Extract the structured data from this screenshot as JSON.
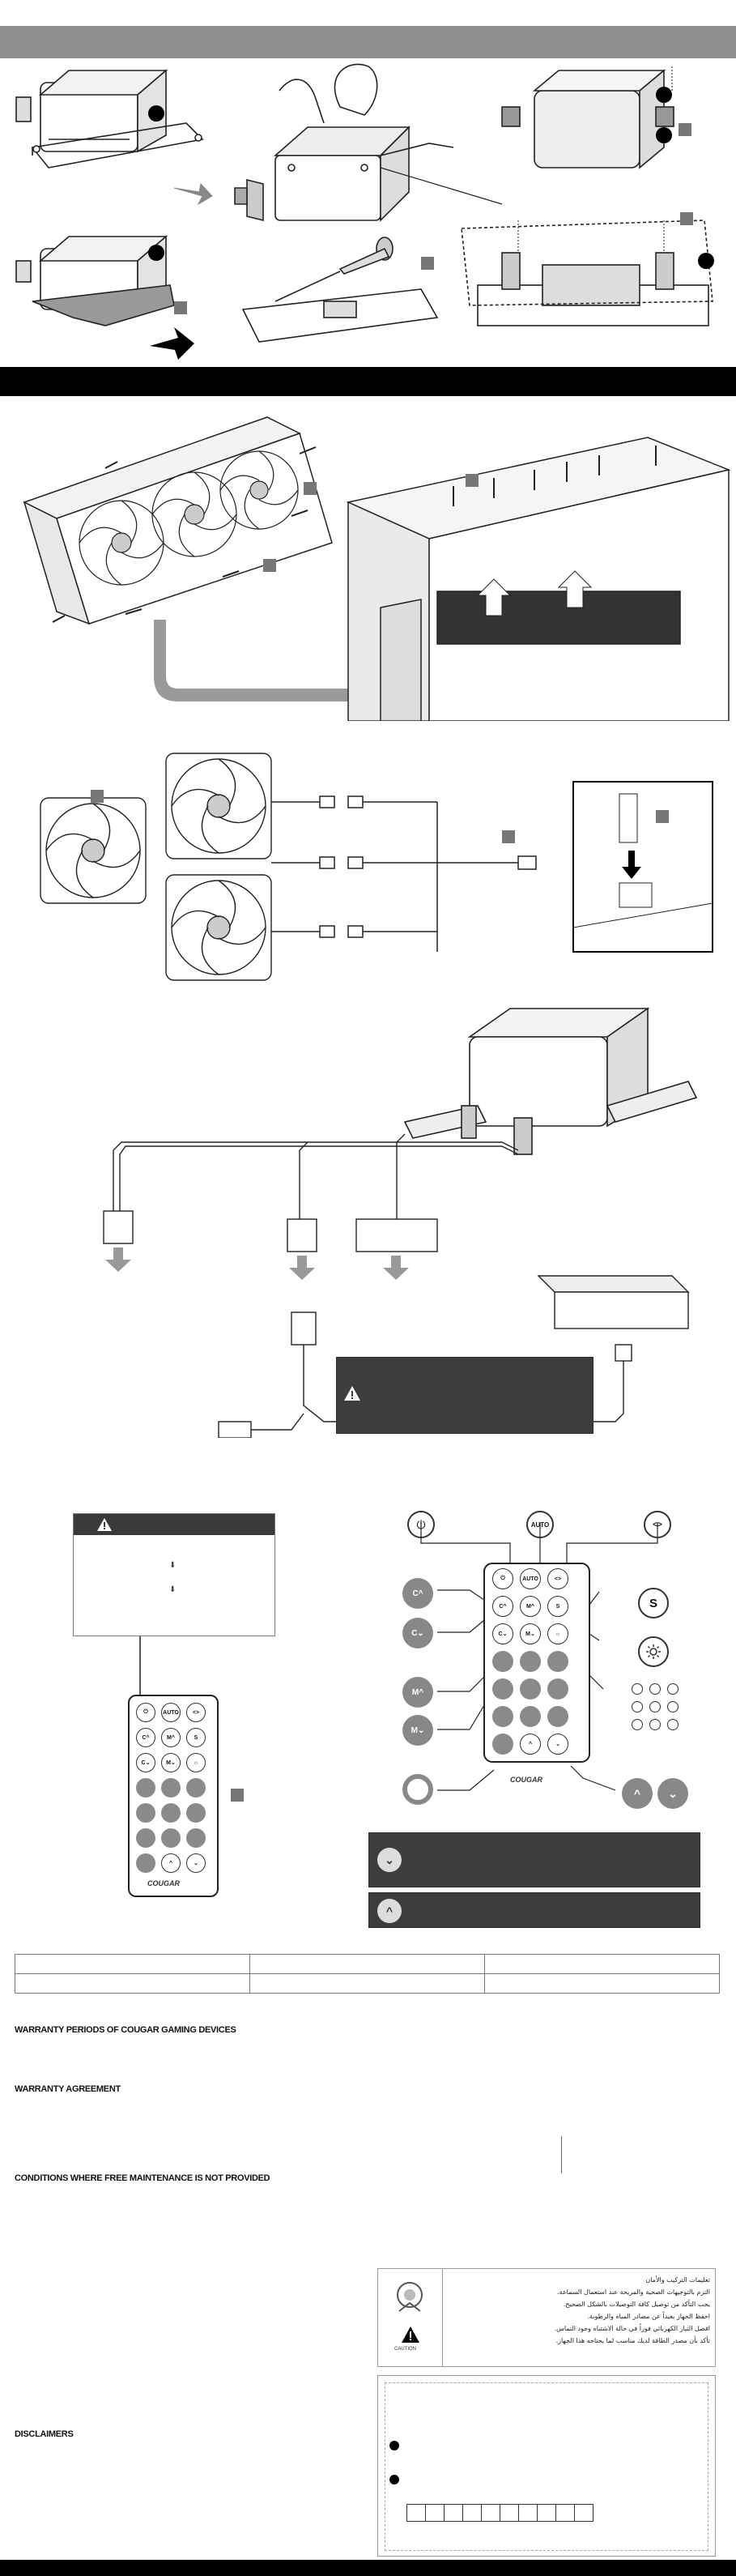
{
  "header": {
    "band_color": "#8f8f8f"
  },
  "install_steps": {
    "badge_color": "#000000",
    "label_color": "#555555"
  },
  "remote_left": {
    "buttons": [
      "power",
      "auto",
      "mode",
      "c-up",
      "m-up",
      "s",
      "c-down",
      "m-down",
      "brightness"
    ]
  },
  "remote_right": {
    "top_buttons": [
      "power",
      "auto",
      "mode"
    ],
    "brand": "COUGAR",
    "bottom_brand": "COUGAR"
  },
  "remote_brand": "COUGAR",
  "remote_keys": {
    "power": "⏻",
    "auto": "AUTO",
    "mode": "<>",
    "c_up": "C^",
    "c_down": "C⌄",
    "m_up": "M^",
    "m_down": "M⌄",
    "s": "S"
  },
  "arrows": {
    "down": "⌄",
    "up": "^"
  },
  "warranty": {
    "heading_periods": "WARRANTY PERIODS OF COUGAR GAMING DEVICES",
    "heading_agreement": "WARRANTY AGREEMENT",
    "heading_conditions": "CONDITIONS WHERE FREE MAINTENANCE IS NOT PROVIDED",
    "heading_disclaimers": "DISCLAIMERS"
  },
  "caution": {
    "label": "CAUTION",
    "arabic_lines": [
      "تعليمات التركيب والأمان",
      "التزم بالتوجيهات الصحية والمريحة عند استعمال السماعة.",
      "يجب التأكد من توصيل كافة التوصيلات بالشكل الصحيح.",
      "احفظ الجهاز بعيداً عن مصادر المياه والرطوبة.",
      "افصل التيار الكهربائي فوراً في حالة الاشتباه وجود التماس.",
      "تأكد بأن مصدر الطاقة لديك مناسب لما يحتاجه هذا الجهاز."
    ]
  },
  "colors": {
    "dark_panel": "#3d3d3d",
    "black_band": "#000000"
  }
}
